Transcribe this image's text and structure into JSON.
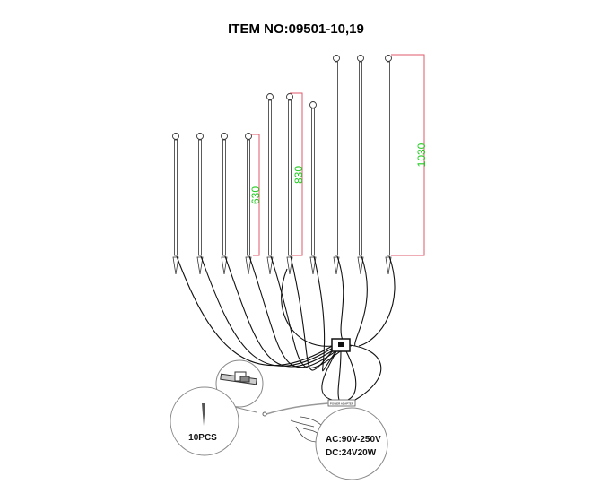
{
  "title": "ITEM NO:09501-10,19",
  "dimensions": [
    {
      "label": "630",
      "color": "#22cc22"
    },
    {
      "label": "830",
      "color": "#22cc22"
    },
    {
      "label": "1030",
      "color": "#22cc22"
    }
  ],
  "dimension_line_color": "#e05a6a",
  "stake_count_label": "10PCS",
  "adapter_label": "POWER ADAPTER",
  "power_spec": {
    "ac": "AC:90V-250V",
    "dc": "DC:24V20W"
  }
}
